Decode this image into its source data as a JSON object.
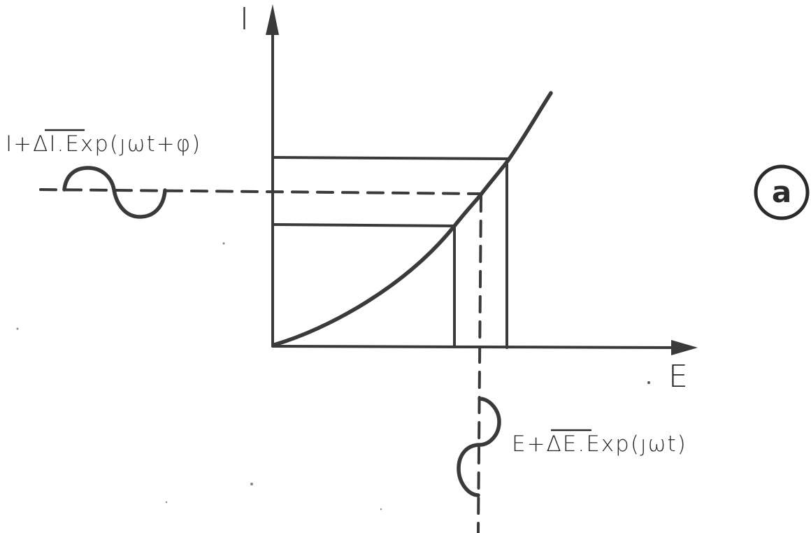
{
  "diagram": {
    "y_axis_label": "I",
    "x_axis_label": "E",
    "current_expression": "I+ΔI.Exp(ȷωt+φ)",
    "current_expression_overlined": "ΔI",
    "potential_expression": "E+ΔE.Exp(ȷωt)",
    "potential_expression_overlined": "ΔE",
    "panel_label": "a"
  }
}
